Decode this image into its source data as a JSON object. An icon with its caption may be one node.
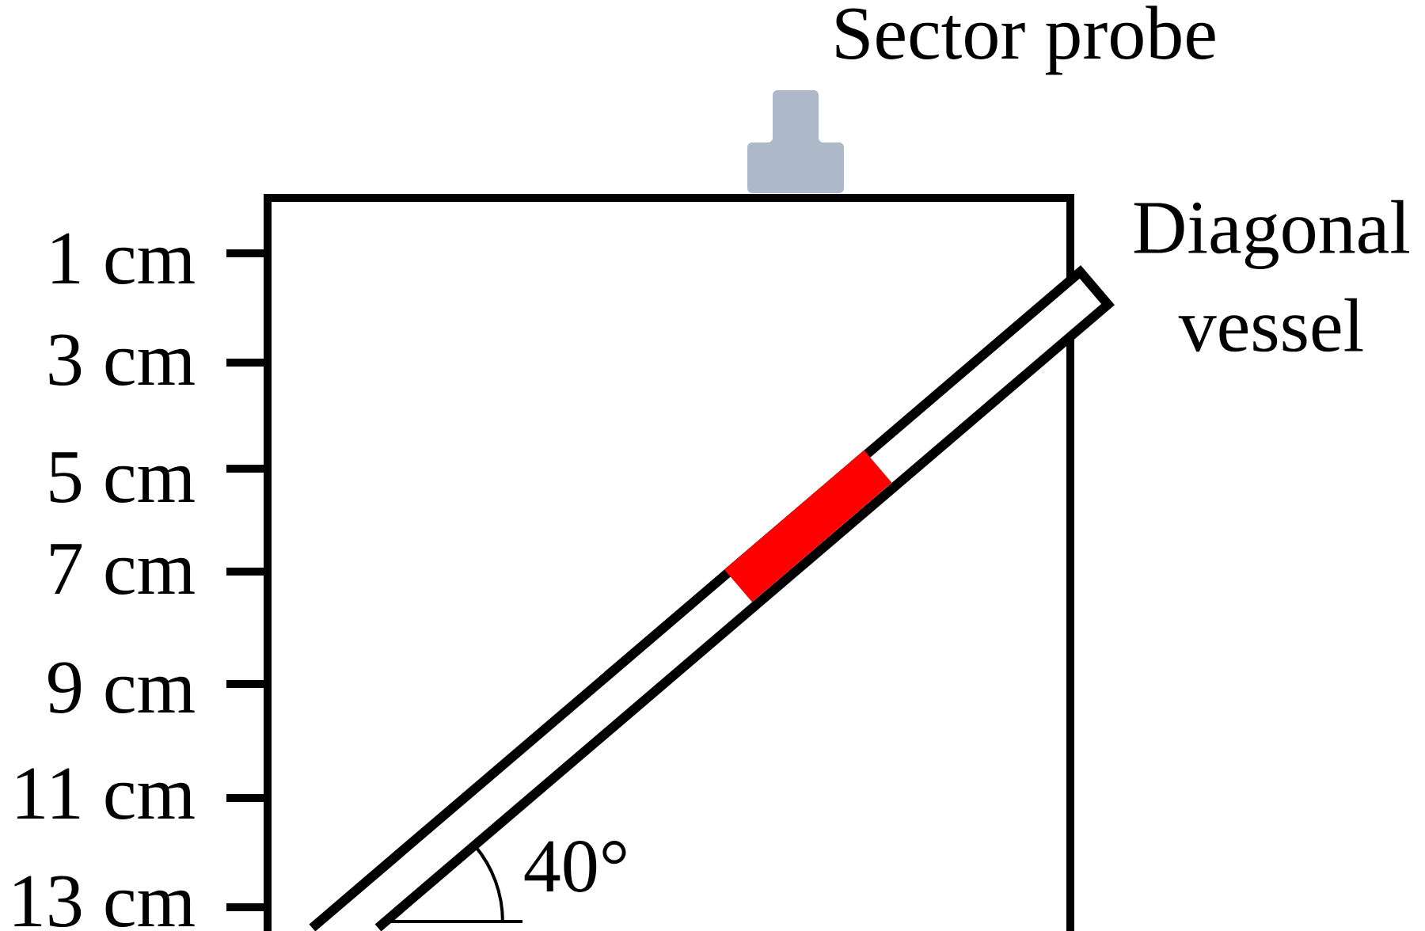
{
  "diagram": {
    "labels": [
      "Sector probe",
      "Diagonal vessel",
      "1 cm",
      "3 cm",
      "5 cm",
      "7 cm",
      "9 cm",
      "11 cm",
      "13 cm",
      "40°"
    ]
  }
}
